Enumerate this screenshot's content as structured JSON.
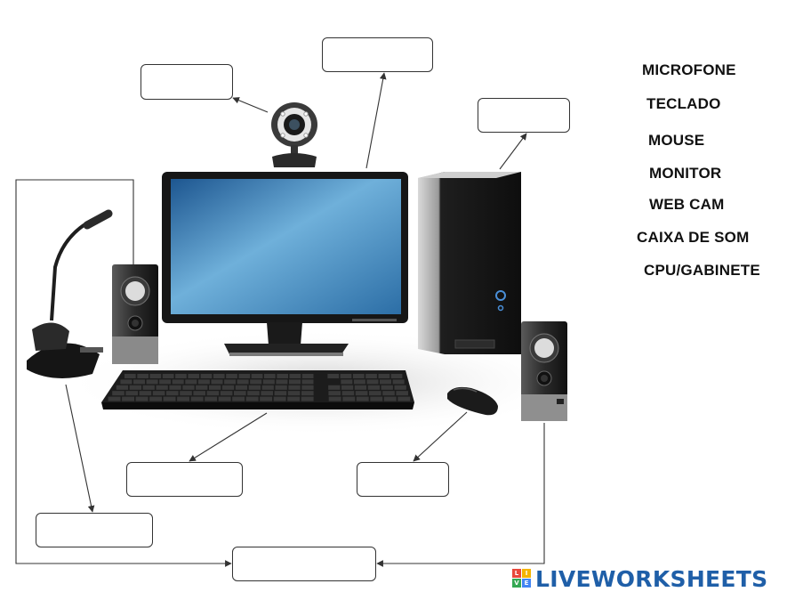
{
  "word_bank": [
    "MICROFONE",
    "TECLADO",
    "MOUSE",
    "MONITOR",
    "WEB CAM",
    "CAIXA DE SOM",
    "CPU/GABINETE"
  ],
  "answer_boxes": [
    {
      "id": "webcam-box",
      "value": ""
    },
    {
      "id": "monitor-box",
      "value": ""
    },
    {
      "id": "cpu-box",
      "value": ""
    },
    {
      "id": "keyboard-box",
      "value": ""
    },
    {
      "id": "mouse-box",
      "value": ""
    },
    {
      "id": "microphone-box",
      "value": ""
    },
    {
      "id": "speaker-box",
      "value": ""
    }
  ],
  "logo": {
    "text": "LIVEWORKSHEETS",
    "mark_letters": [
      "L",
      "I",
      "V",
      "E"
    ],
    "mark_colors": [
      "#e8483b",
      "#f4b400",
      "#34a853",
      "#4285f4"
    ]
  },
  "colors": {
    "screen_top": "#2a6aa8",
    "screen_mid": "#74b3dc",
    "device_dark": "#1b1b1b",
    "logo_blue": "#1f5fa8",
    "line": "#333333"
  },
  "icons": [
    "webcam-icon",
    "monitor-icon",
    "cpu-tower-icon",
    "speaker-icon",
    "microphone-icon",
    "keyboard-icon",
    "mouse-icon"
  ]
}
